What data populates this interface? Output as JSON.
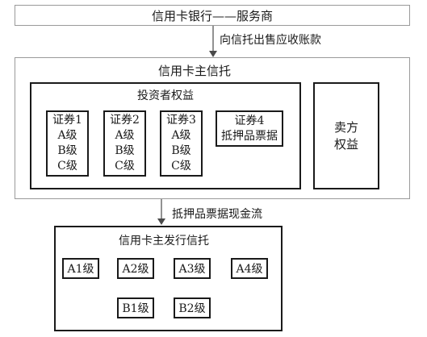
{
  "top": {
    "title": "信用卡银行——服务商"
  },
  "arrow1": {
    "label": "向信托出售应收账款"
  },
  "trust": {
    "title": "信用卡主信托",
    "investor": {
      "title": "投资者权益",
      "securities": [
        {
          "lines": [
            "证券1",
            "A级",
            "B级",
            "C级"
          ]
        },
        {
          "lines": [
            "证券2",
            "A级",
            "B级",
            "C级"
          ]
        },
        {
          "lines": [
            "证券3",
            "A级",
            "B级",
            "C级"
          ]
        },
        {
          "lines": [
            "证券4",
            "抵押品票据"
          ]
        }
      ]
    },
    "seller": {
      "lines": [
        "卖方",
        "权益"
      ]
    }
  },
  "arrow2": {
    "label": "抵押品票据现金流"
  },
  "issuer": {
    "title": "信用卡主发行信托",
    "row1": [
      "A1级",
      "A2级",
      "A3级",
      "A4级"
    ],
    "row2": [
      "B1级",
      "B2级"
    ]
  }
}
